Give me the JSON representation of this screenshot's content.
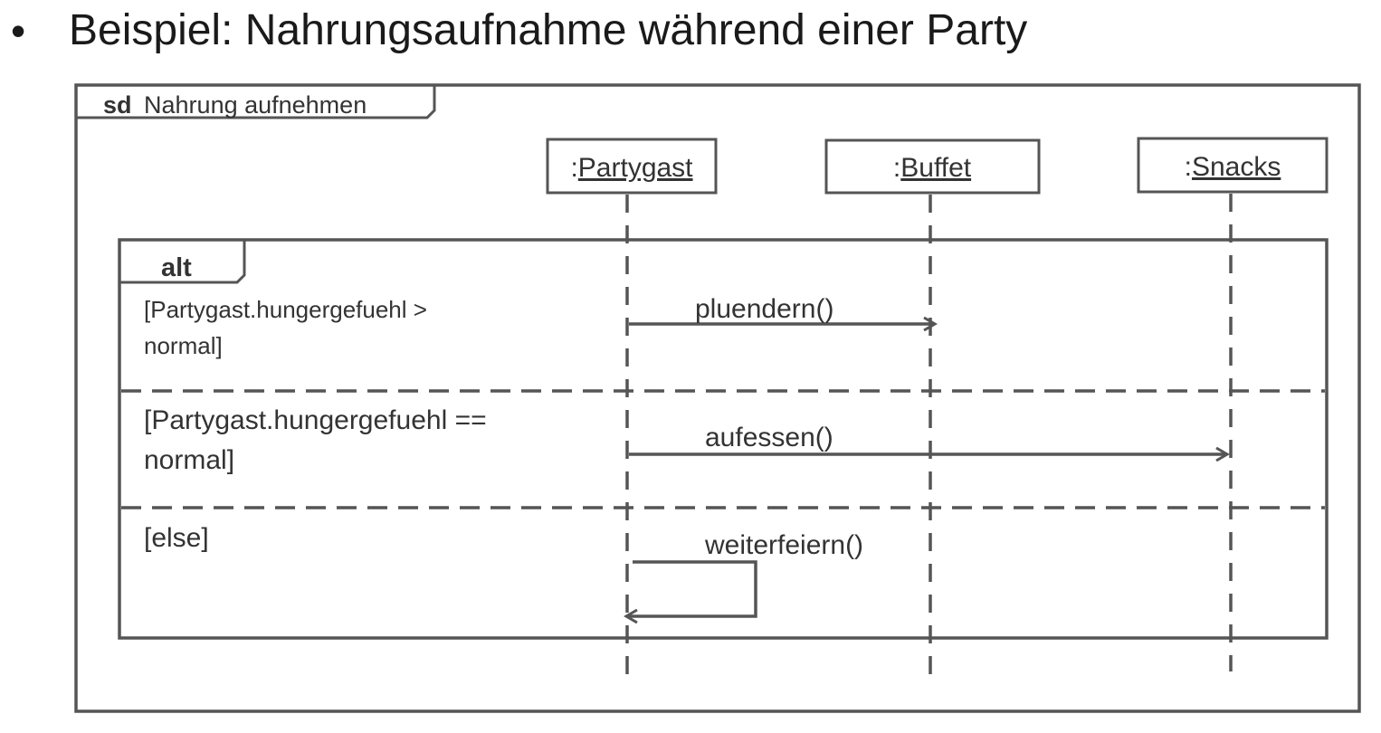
{
  "slide": {
    "bullet": "•",
    "title": "Beispiel: Nahrungsaufnahme während einer Party"
  },
  "diagram": {
    "frame": {
      "keyword": "sd",
      "name": "Nahrung aufnehmen"
    },
    "lifelines": [
      {
        "prefix": ":",
        "name": "Partygast"
      },
      {
        "prefix": ":",
        "name": "Buffet"
      },
      {
        "prefix": ":",
        "name": "Snacks"
      }
    ],
    "fragment": {
      "operator": "alt",
      "operands": [
        {
          "guard_line1": "[Partygast.hungergefuehl >",
          "guard_line2": "normal]"
        },
        {
          "guard_line1": "[Partygast.hungergefuehl ==",
          "guard_line2": "normal]"
        },
        {
          "guard_line1": "[else]"
        }
      ]
    },
    "messages": [
      {
        "label": "pluendern()",
        "from": "Partygast",
        "to": "Buffet"
      },
      {
        "label": "aufessen()",
        "from": "Partygast",
        "to": "Snacks"
      },
      {
        "label": "weiterfeiern()",
        "from": "Partygast",
        "to": "Partygast"
      }
    ],
    "colors": {
      "line": "#555555",
      "text": "#333333"
    }
  }
}
